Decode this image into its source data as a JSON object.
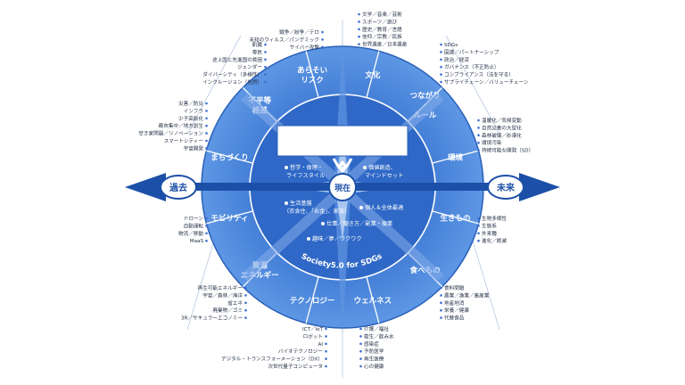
{
  "colors": {
    "ring": "#4a86d8",
    "ring_dark": "#2050b0",
    "inner": "#2f68c6",
    "axis": "#1c50a8",
    "line": "#b9c8e4",
    "text": "#1e2a40",
    "dot": "#3a6fd0"
  },
  "axis": {
    "past": "過去",
    "now": "現在",
    "future": "未来"
  },
  "ring_label": "Society5.0 for SDGs",
  "segments": [
    [
      "あらそい",
      "リスク"
    ],
    [
      "文化"
    ],
    [
      "つながり",
      "・",
      "ルール"
    ],
    [
      "環境"
    ],
    [
      "生きもの"
    ],
    [
      "食べもの"
    ],
    [
      "ウェルネス"
    ],
    [
      "テクノロジー"
    ],
    [
      "資源",
      "エネルギー"
    ],
    [
      "モビリティ"
    ],
    [
      "まちづくり"
    ],
    [
      "不平等",
      "格差"
    ]
  ],
  "inner_items": {
    "philosophy": [
      "哲学・倫理・",
      "ライフスタイル"
    ],
    "values": [
      "価値創造、",
      "マインドセット"
    ],
    "basics": [
      "生活基盤",
      "（衣食住、「お金」、家族）"
    ],
    "individual": [
      "個人＆全体最適"
    ],
    "work": [
      "仕事／働き方／副業・複業"
    ],
    "hobby": [
      "趣味／夢／ワクワク"
    ]
  },
  "outer_groups": {
    "top_left": [
      "戦争／紛争／テロ",
      "未知のウィルス／パンデミック",
      "サイバー攻撃"
    ],
    "top_center": [
      "文学／音楽／芸術",
      "スポーツ／遊び",
      "歴史／教育／言語",
      "信仰／宗教／民族",
      "世界遺産／日本遺産"
    ],
    "top_right": [
      "SDGs",
      "国連／パートナーシップ",
      "政治／経済",
      "ガバナンス（不正防止）",
      "コンプライアンス（法を守る）",
      "サプライチェーン／バリューチェーン"
    ],
    "left_upper": [
      "飢餓",
      "専民",
      "途上国と先進国の貧困",
      "ジェンダー",
      "ダイバーシティ（多様性）",
      "インクルージョン（包摂）"
    ],
    "left_mid": [
      "災害／防災",
      "インフラ",
      "少子高齢化",
      "都市集中／地方創生",
      "空き家問題／リノベーション",
      "スマートシティー",
      "宇宙開発"
    ],
    "right_mid": [
      "温暖化／気候変動",
      "自然災害の大型化",
      "森林破壊／砂漠化",
      "環境汚染",
      "持続可能な開発（SD）"
    ],
    "left_lower": [
      "ドローン",
      "自動運転",
      "物流／移動",
      "MaaS"
    ],
    "right_lower": [
      "生物多様性",
      "生態系",
      "外来種",
      "進化／絶滅"
    ],
    "bottom_left": [
      "再生可能エネルギー",
      "宇宙／森林／海洋",
      "省エネ",
      "廃棄物／ゴミ",
      "3R／サキュラーエコノミー"
    ],
    "bottom_right": [
      "食料問題",
      "農業／漁業／畜産業",
      "地産地消",
      "栄養／健康",
      "代替食品"
    ],
    "bottom_center_left": [
      "ICT／IoT",
      "ロボット",
      "AI",
      "バイオテクノロジー",
      "デジタル・トランスフォーメーション（DX）",
      "次世代量子コンピュータ"
    ],
    "bottom_center_right": [
      "介護／福祉",
      "衛生／飲み水",
      "感染症",
      "予防医学",
      "再生医療",
      "心の健康"
    ]
  }
}
